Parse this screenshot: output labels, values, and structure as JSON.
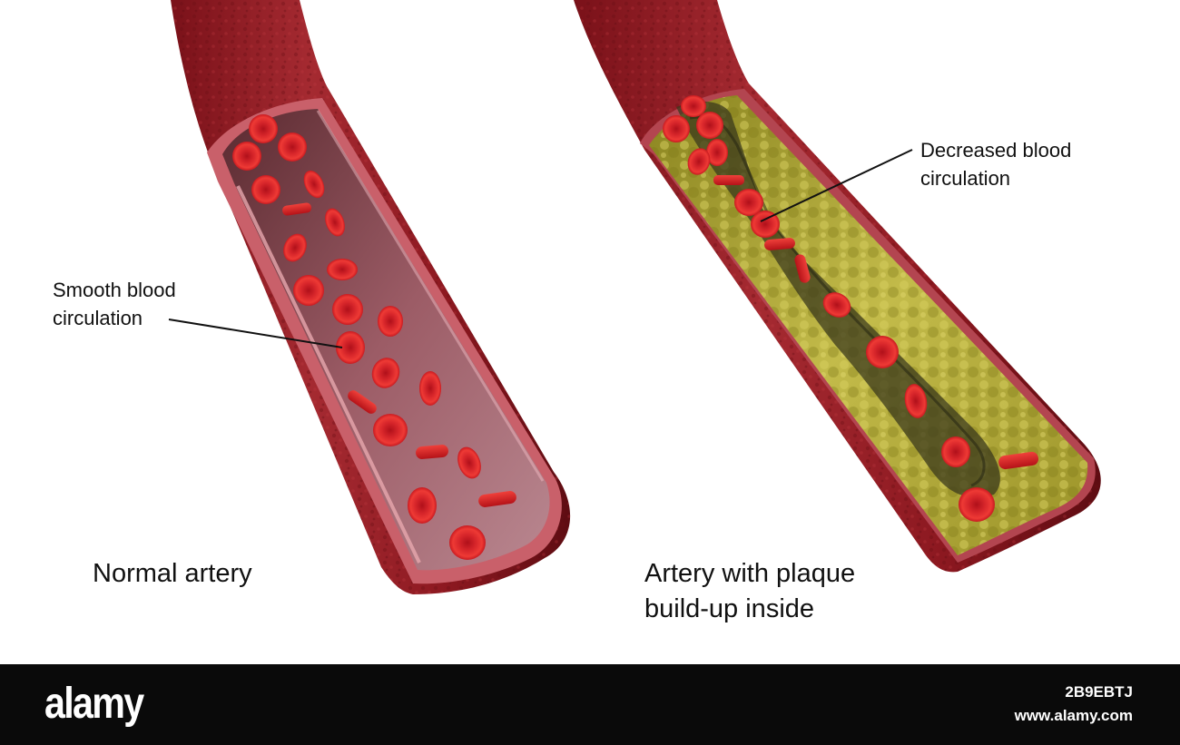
{
  "labels": {
    "smooth": [
      "Smooth blood",
      "circulation"
    ],
    "decreased": [
      "Decreased blood",
      "circulation"
    ]
  },
  "captions": {
    "normal": "Normal artery",
    "plaque": [
      "Artery with plaque",
      "build-up inside"
    ]
  },
  "footer": {
    "logo": "alamy",
    "image_id": "2B9EBTJ",
    "url": "www.alamy.com"
  },
  "colors": {
    "artery_wall": "#8e1a22",
    "artery_lumen": "#a8636e",
    "red_blood_cell": "#d81e1e",
    "plaque": "#b5ad3c",
    "footer_background": "#0a0a0a"
  },
  "icons": {
    "footer_logo": "alamy-wordmark"
  }
}
